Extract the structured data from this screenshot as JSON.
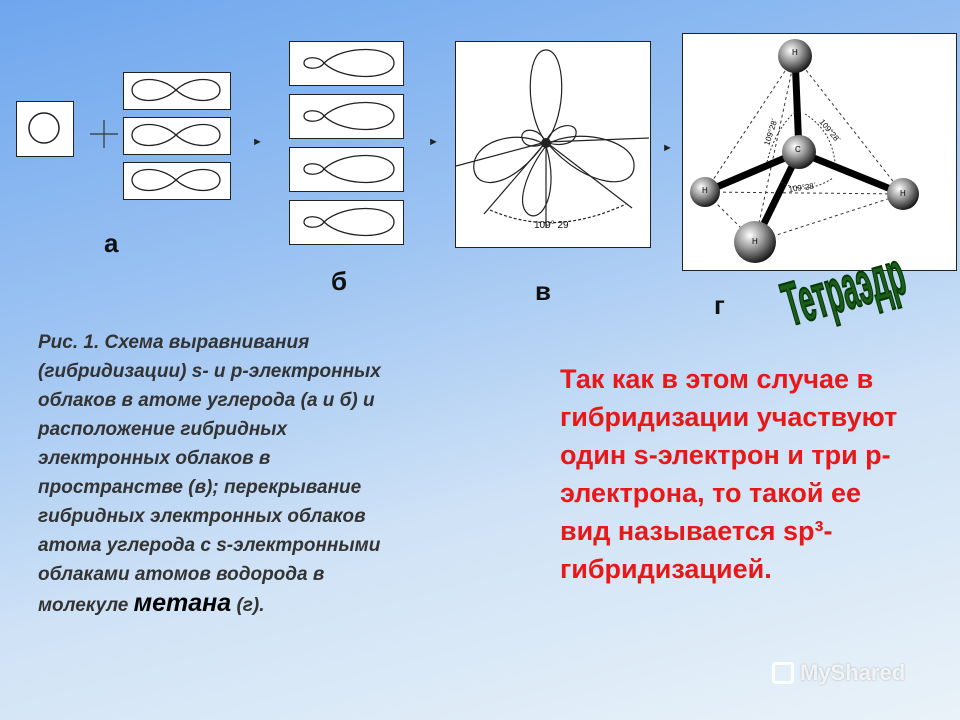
{
  "labels": {
    "a": "а",
    "b": "б",
    "v": "в",
    "g": "г"
  },
  "panel_v": {
    "angle_label": "109° 29´"
  },
  "panel_g": {
    "atom_h": "H",
    "atom_c": "C",
    "angle_1": "109°28´",
    "angle_2": "109°28´",
    "angle_3": "109°28´"
  },
  "tetrahedron_word": "Тетраэдр",
  "caption": {
    "main": "Рис. 1. Схема выравнивания (гибридизации) s- и р-электронных облаков в атоме углерода (а и б) и расположение гибридных электронных облаков в пространстве (в); перекрывание гибридных электронных облаков атома углерода с s-электронными облаками атомов водорода в молекуле ",
    "emphasis": "метана",
    "tail": " (г)."
  },
  "note": "Так как в этом случае в гибридизации участвуют один s-электрон и три р-электрона, то такой ее вид называется sp³-гибридизацией.",
  "watermark": "MyShared",
  "colors": {
    "note_red": "#e81818",
    "tetra_green": "#1a5e1a"
  }
}
